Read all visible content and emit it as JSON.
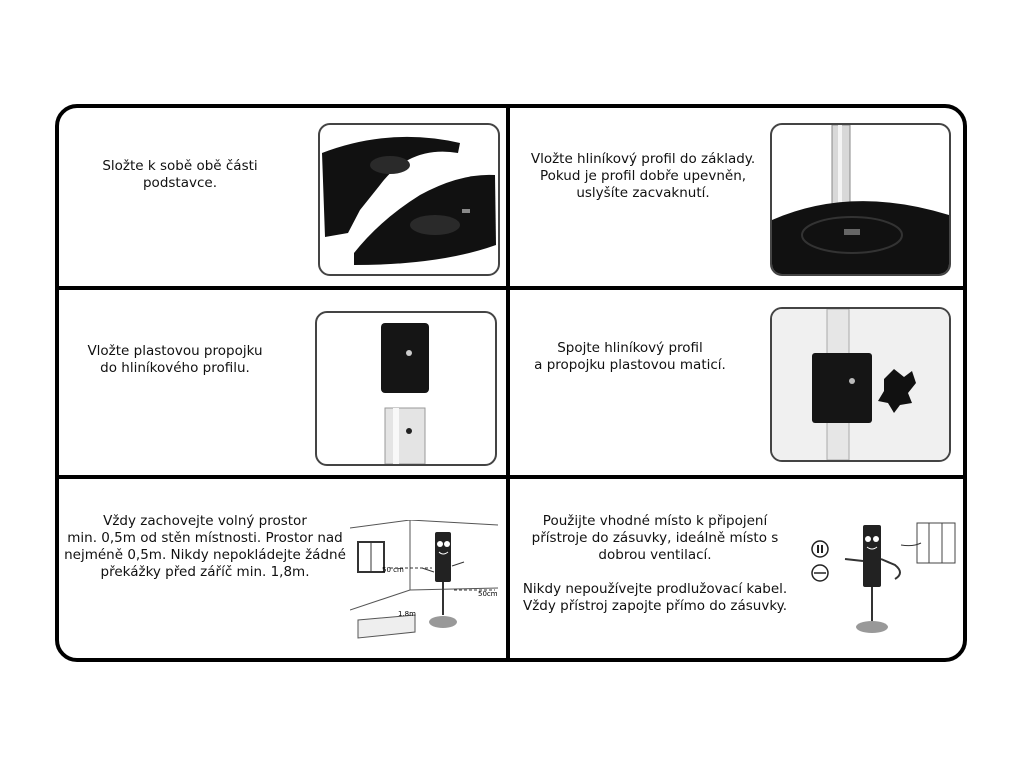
{
  "steps": [
    {
      "text": "Složte k sobě obě části\npodstavce."
    },
    {
      "text": "Vložte hliníkový profil do základy.\nPokud je profil dobře upevněn,\nuslyšíte zacvaknutí."
    },
    {
      "text": "Vložte plastovou propojku\ndo hliníkového profilu."
    },
    {
      "text": "Spojte hliníkový profil\na propojku plastovou maticí."
    },
    {
      "text": "Vždy zachovejte volný prostor\nmin. 0,5m od stěn místnosti. Prostor nad\nnejméně 0,5m. Nikdy nepokládejte žádné\npřekážky před záříč min. 1,8m."
    },
    {
      "text": "Použijte vhodné místo k připojení\npřístroje do zásuvky, ideálně místo s\ndobrou ventilací.\n\nNikdy nepoužívejte prodlužovací kabel.\nVždy přístroj zapojte přímo do zásuvky."
    }
  ],
  "diagram_labels": {
    "wall_distance": "50 cm",
    "side_distance": "50cm",
    "front_distance": "1.8m"
  },
  "icons": [
    "plug-socket-icon",
    "no-extension-cord-icon"
  ]
}
